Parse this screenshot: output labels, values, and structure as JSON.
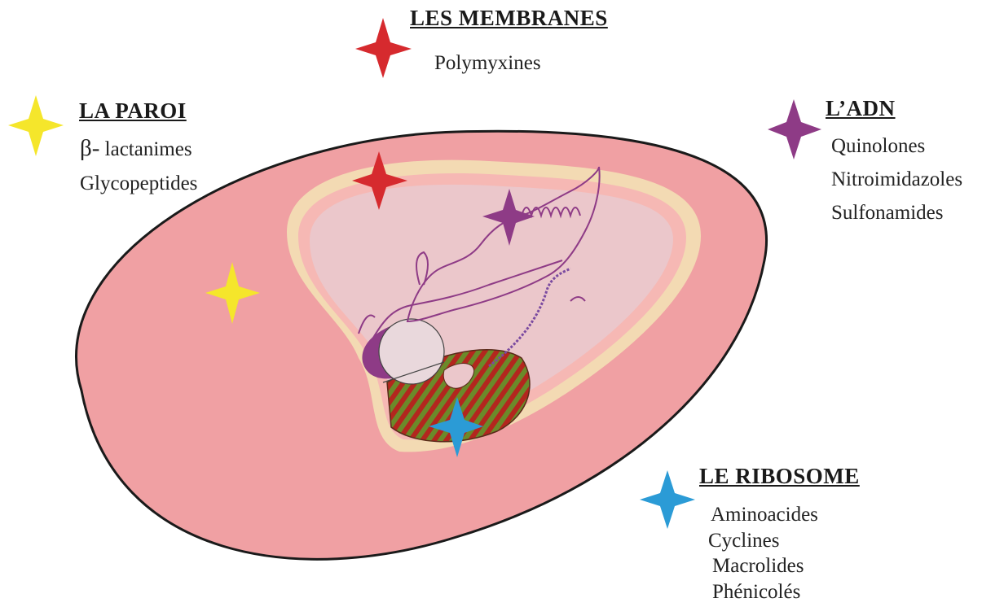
{
  "colors": {
    "membranes": "#d62a2e",
    "paroi": "#f5e62b",
    "adn": "#8e3b86",
    "ribosome": "#2b9bd6",
    "cell_fill": "#f0a0a3",
    "cytoplasm": "#ebc7cb",
    "membrane_layer": "#f3dab3"
  },
  "targets": {
    "membranes": {
      "title": "LES MEMBRANES",
      "items": [
        "Polymyxines"
      ]
    },
    "paroi": {
      "title": "LA PAROI",
      "beta": "β-",
      "items": [
        "lactanimes",
        "Glycopeptides"
      ]
    },
    "adn": {
      "title": "L’ADN",
      "items": [
        "Quinolones",
        "Nitroimidazoles",
        "Sulfonamides"
      ]
    },
    "ribosome": {
      "title": "LE RIBOSOME",
      "items": [
        "Aminoacides",
        "Cyclines",
        "Macrolides",
        "Phénicolés"
      ]
    }
  },
  "icons": [
    "star-red-icon",
    "star-yellow-icon",
    "star-purple-icon",
    "star-blue-icon"
  ]
}
